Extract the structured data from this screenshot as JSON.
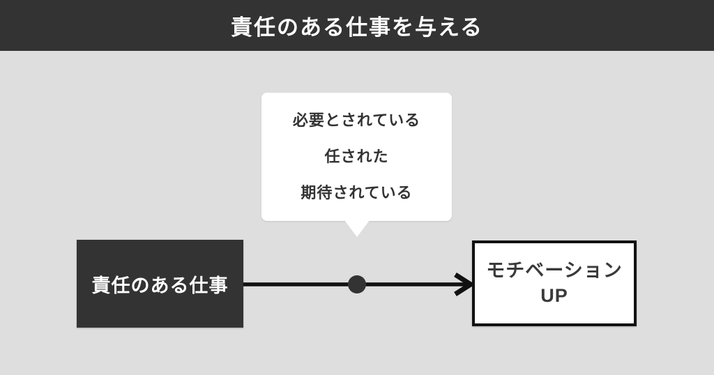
{
  "header": {
    "title": "責任のある仕事を与える"
  },
  "bubble": {
    "lines": [
      "必要とされている",
      "任された",
      "期待されている"
    ]
  },
  "nodes": {
    "source": {
      "label": "責任のある仕事"
    },
    "target": {
      "label": "モチベーション\nUP"
    }
  },
  "connector": {
    "type": "arrow",
    "from": "source",
    "to": "target",
    "midpoint_dot": true
  },
  "colors": {
    "header_bg": "#333333",
    "canvas_bg": "#dedede",
    "dark_node_bg": "#333333",
    "node_text_dark": "#3a3a3a",
    "node_text_light": "#ffffff",
    "bubble_bg": "#ffffff",
    "arrow": "#111111",
    "dot": "#333333"
  }
}
